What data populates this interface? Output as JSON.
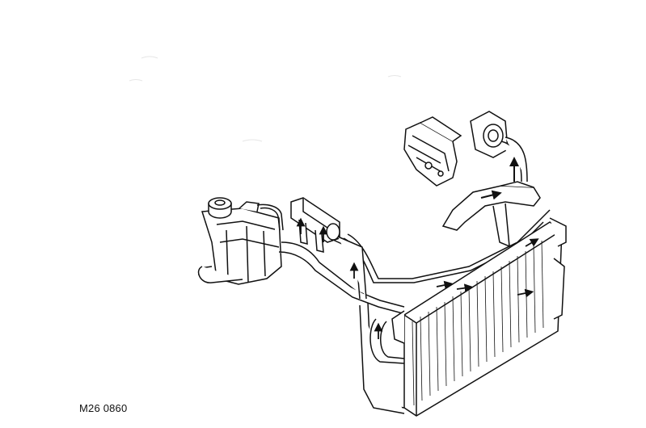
{
  "figure": {
    "code": "M26 0860"
  },
  "colors": {
    "background": "#ffffff",
    "line": "#111111"
  },
  "components": [
    {
      "name": "expansion-tank"
    },
    {
      "name": "degas-pipe"
    },
    {
      "name": "coolant-pump-housing"
    },
    {
      "name": "thermostat-housing"
    },
    {
      "name": "engine-oil-cooler"
    },
    {
      "name": "radiator"
    },
    {
      "name": "top-hose"
    },
    {
      "name": "bottom-hose"
    }
  ]
}
